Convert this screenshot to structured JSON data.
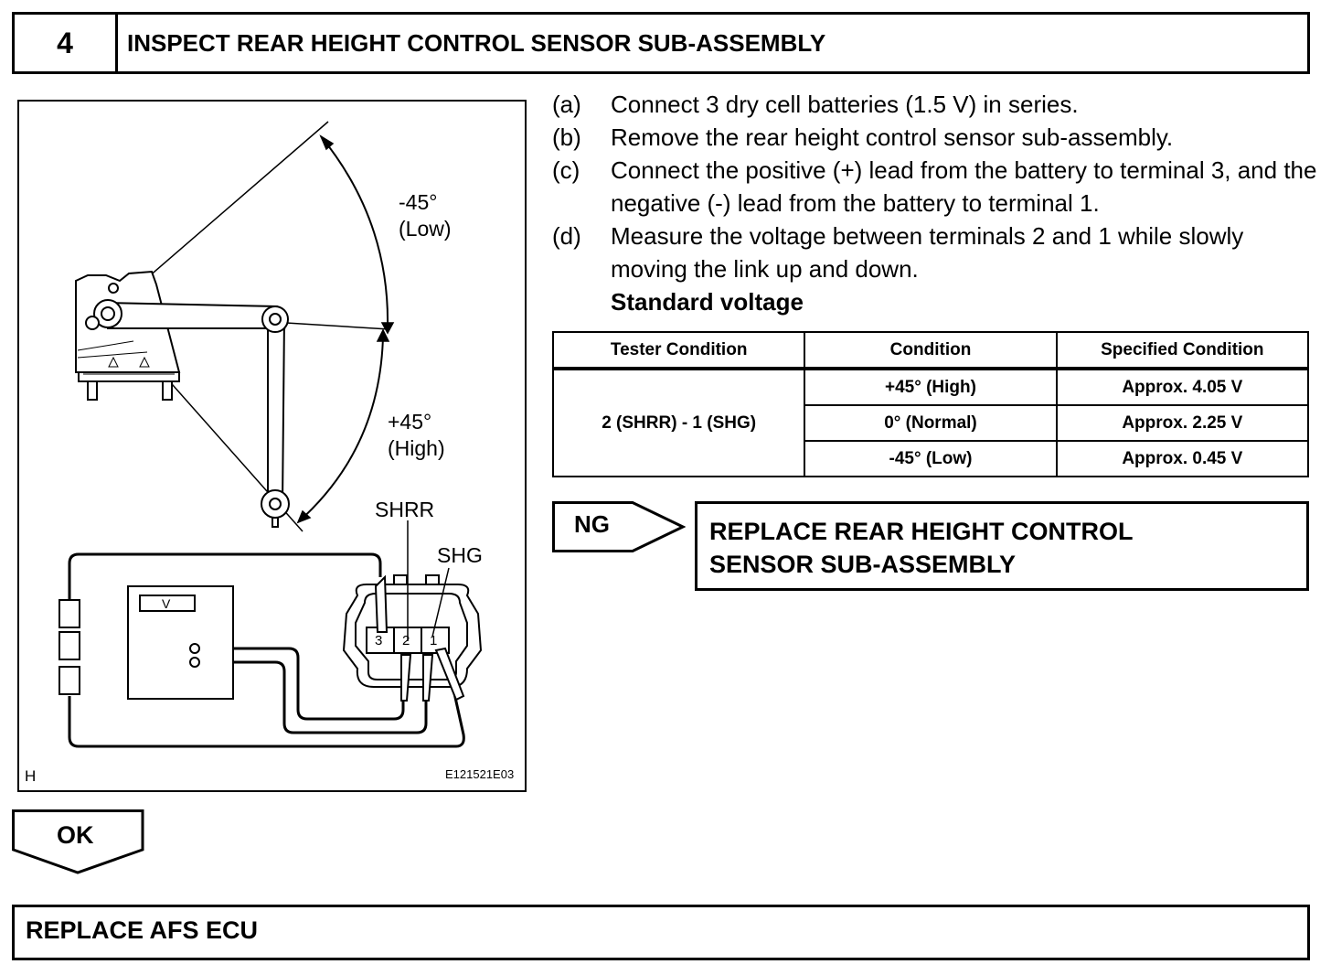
{
  "step": {
    "number": "4",
    "title": "INSPECT REAR HEIGHT CONTROL SENSOR SUB-ASSEMBLY"
  },
  "figure": {
    "angle_low": "-45°",
    "angle_low_desc": "(Low)",
    "angle_high": "+45°",
    "angle_high_desc": "(High)",
    "label_shrr": "SHRR",
    "label_shg": "SHG",
    "voltmeter_label": "V",
    "terminals": [
      "3",
      "2",
      "1"
    ],
    "corner_mark": "H",
    "figure_id": "E121521E03"
  },
  "instructions": [
    {
      "label": "(a)",
      "text": "Connect 3 dry cell batteries (1.5 V) in series."
    },
    {
      "label": "(b)",
      "text": "Remove the rear height control sensor sub-assembly."
    },
    {
      "label": "(c)",
      "text": "Connect the positive (+) lead from the battery to terminal 3, and the negative (-) lead from the battery to terminal 1."
    },
    {
      "label": "(d)",
      "text": "Measure the voltage between terminals 2 and 1 while slowly moving the link up and down."
    }
  ],
  "standard_voltage_heading": "Standard voltage",
  "spec_table": {
    "headers": [
      "Tester Condition",
      "Condition",
      "Specified Condition"
    ],
    "tester_condition": "2 (SHRR) - 1 (SHG)",
    "rows": [
      {
        "condition": "+45° (High)",
        "specified": "Approx. 4.05 V"
      },
      {
        "condition": "0° (Normal)",
        "specified": "Approx. 2.25 V"
      },
      {
        "condition": "-45° (Low)",
        "specified": "Approx. 0.45 V"
      }
    ]
  },
  "ng": {
    "label": "NG",
    "action_line1": "REPLACE REAR HEIGHT CONTROL",
    "action_line2": "SENSOR SUB-ASSEMBLY"
  },
  "ok": {
    "label": "OK",
    "action": "REPLACE AFS ECU"
  }
}
